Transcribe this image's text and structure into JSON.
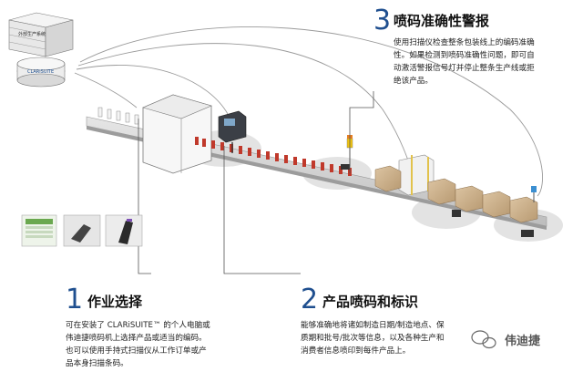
{
  "steps": [
    {
      "number": "1",
      "title": "作业选择",
      "lines": [
        "可在安装了 CLARiSUITE™ 的个人电脑或",
        "伟迪捷喷码机上选择产品或适当的编码。",
        "也可以使用手持式扫描仪从工作订单或产",
        "品本身扫描条码。"
      ]
    },
    {
      "number": "2",
      "title": "产品喷码和标识",
      "lines": [
        "能够准确地将诸如制造日期/制造地点、保",
        "质期和批号/批次等信息，以及各种生产和",
        "消费者信息喷印到每件产品上。"
      ]
    },
    {
      "number": "3",
      "title": "喷码准确性警报",
      "lines": [
        "使用扫描仪检查整条包装线上的编码准确",
        "性。如果检测到喷码准确性问题，即可自",
        "动激活警报信号灯并停止整条生产线或拒",
        "绝该产品。"
      ]
    }
  ],
  "server_label": "外部生产系统",
  "clarisuite_label": "CLARiSUITE",
  "brand": {
    "name": "伟迪捷",
    "icon": "wechat-icon"
  },
  "colors": {
    "accent": "#1f4f8f",
    "conveyor": "#d9d9d9",
    "line": "#8c8c8c",
    "bottle_cap": "#c0392b",
    "box": "#c8ad88"
  }
}
